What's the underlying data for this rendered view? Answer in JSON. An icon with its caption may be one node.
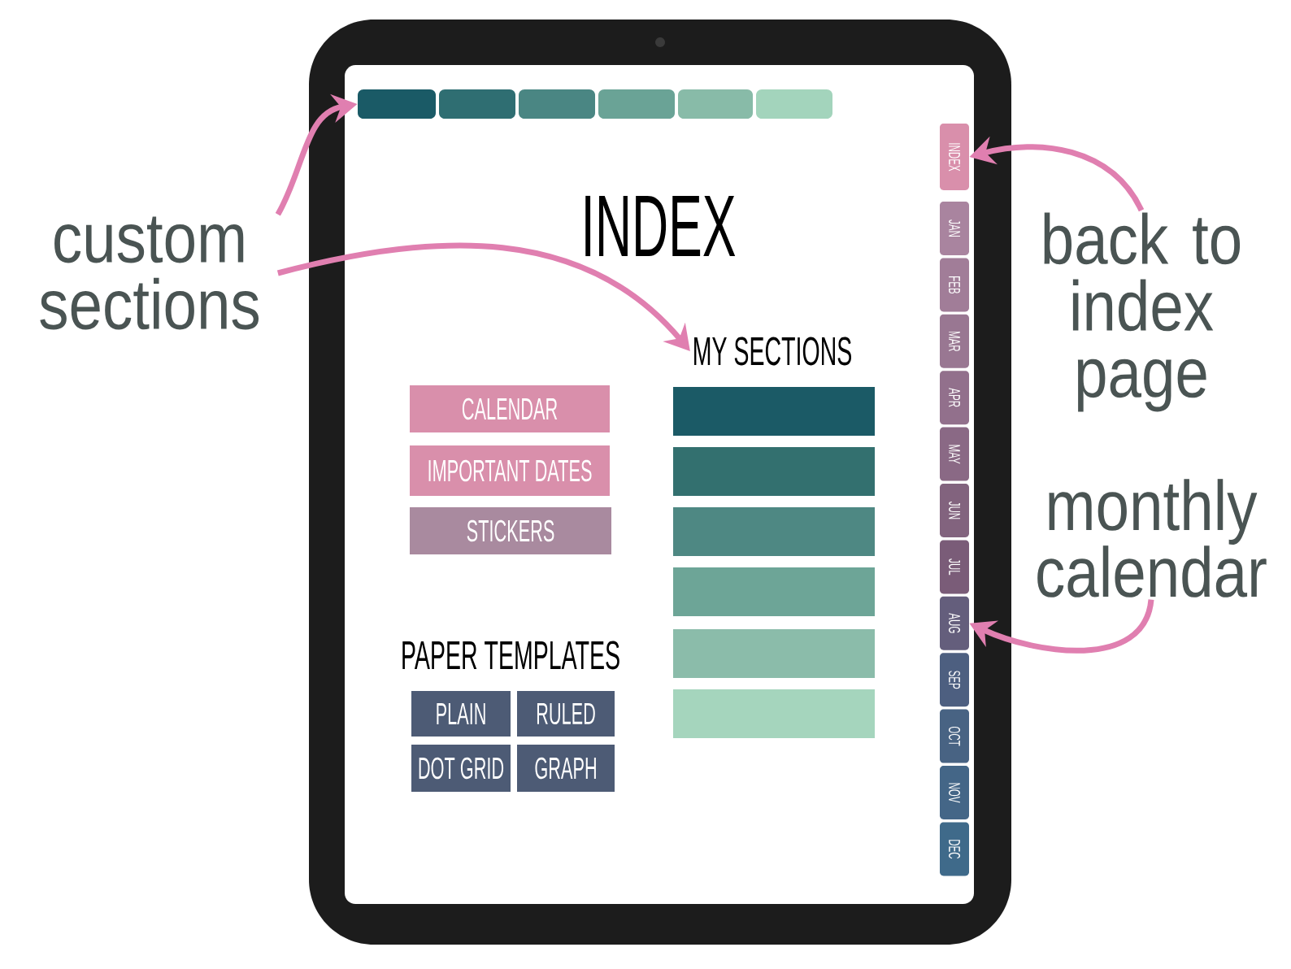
{
  "diagram": {
    "title": "INDEX",
    "nodes": [
      {
        "text": [
          "custom sections"
        ]
      },
      {
        "text": [
          "back to index page"
        ]
      },
      {
        "text": [
          "monthly calendar"
        ]
      },
      {
        "text": [],
        "shape": "box"
      },
      {
        "text": [],
        "shape": "box"
      },
      {
        "text": [],
        "shape": "box"
      },
      {
        "text": [],
        "shape": "box"
      },
      {
        "text": [],
        "shape": "box"
      },
      {
        "text": [],
        "shape": "box"
      },
      {
        "text": [
          "MY SECTIONS"
        ]
      },
      {
        "text": [],
        "shape": "bar"
      },
      {
        "text": [],
        "shape": "bar"
      },
      {
        "text": [],
        "shape": "bar"
      },
      {
        "text": [],
        "shape": "bar"
      },
      {
        "text": [],
        "shape": "bar"
      },
      {
        "text": [],
        "shape": "bar"
      },
      {
        "text": [
          "CALENDAR"
        ]
      },
      {
        "text": [
          "IMPORTANT DATES"
        ]
      },
      {
        "text": [
          "STICKERS"
        ]
      },
      {
        "text": [
          "PLAIN"
        ]
      },
      {
        "text": [
          "RULED"
        ]
      },
      {
        "text": [
          "DOT GRID"
        ]
      },
      {
        "text": [
          "GRAPH"
        ]
      },
      {
        "text": [
          "INDEX"
        ]
      },
      {
        "text": [
          "JAN"
        ]
      },
      {
        "text": [
          "FEB"
        ]
      },
      {
        "text": [
          "MAR"
        ]
      },
      {
        "text": [
          "APR"
        ]
      },
      {
        "text": [
          "MAY"
        ]
      },
      {
        "text": [
          "JUN"
        ]
      },
      {
        "text": [
          "JUL"
        ]
      },
      {
        "text": [
          "AUG"
        ]
      },
      {
        "text": [
          "SEP"
        ]
      },
      {
        "text": [
          "OCT"
        ]
      },
      {
        "text": [
          "NOV"
        ]
      },
      {
        "text": [
          "DEC"
        ]
      }
    ],
    "edges": [
      {
        "from": 0,
        "to": 3,
        "arrow": "to"
      },
      {
        "from": 0,
        "to": 9,
        "arrow": "to"
      },
      {
        "from": 1,
        "to": 23,
        "arrow": "to"
      },
      {
        "from": 2,
        "to": 31,
        "arrow": "to"
      }
    ],
    "labels": [
      "PAPER TEMPLATES"
    ]
  }
}
